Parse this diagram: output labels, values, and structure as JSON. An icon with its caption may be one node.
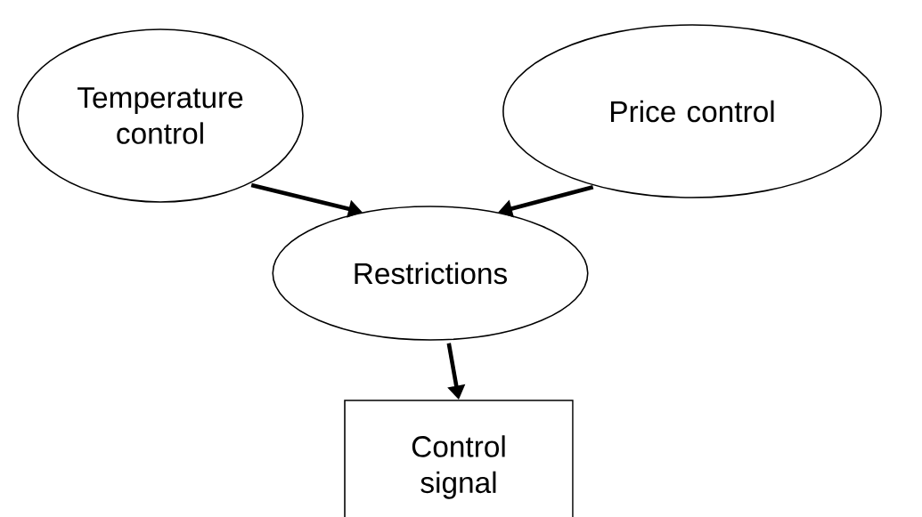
{
  "diagram": {
    "nodes": [
      {
        "text": [
          "Temperature control"
        ]
      },
      {
        "text": [
          "Price control"
        ]
      },
      {
        "text": [
          "Restrictions"
        ]
      },
      {
        "text": [
          "Control signal"
        ]
      }
    ],
    "edges": [
      {
        "from": 0,
        "to": 2,
        "arrow": "to"
      },
      {
        "from": 1,
        "to": 2,
        "arrow": "to"
      },
      {
        "from": 2,
        "to": 3,
        "arrow": "to"
      }
    ]
  }
}
